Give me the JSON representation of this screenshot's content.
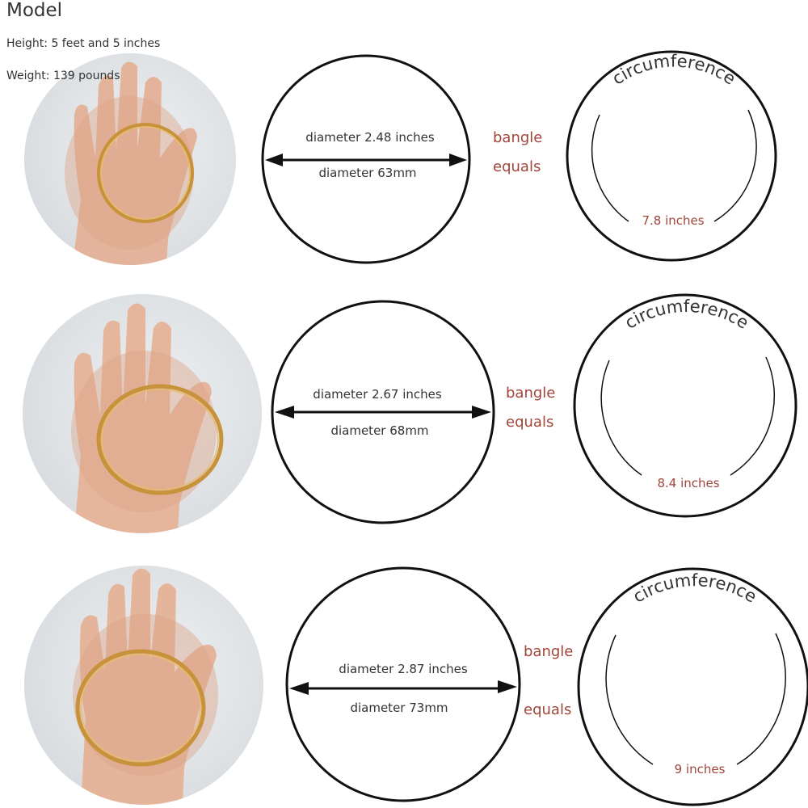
{
  "model": {
    "title": "Model",
    "height_label": "Height: 5 feet and 5 inches",
    "weight_label": "Weight: 139 pounds"
  },
  "colors": {
    "accent": "#a0463b",
    "line": "#111111",
    "text": "#333333",
    "bangle_gold": "#c8923a",
    "skin": "#e5b8a0"
  },
  "rows": [
    {
      "diameter_inches": "diameter 2.48 inches",
      "diameter_mm": "diameter 63mm",
      "bangle_label": "bangle",
      "equals_label": "equals",
      "circumference_label": "circumference",
      "circumference_value": "7.8 inches"
    },
    {
      "diameter_inches": "diameter 2.67 inches",
      "diameter_mm": "diameter 68mm",
      "bangle_label": "bangle",
      "equals_label": "equals",
      "circumference_label": "circumference",
      "circumference_value": "8.4 inches"
    },
    {
      "diameter_inches": "diameter 2.87 inches",
      "diameter_mm": "diameter 73mm",
      "bangle_label": "bangle",
      "equals_label": "equals",
      "circumference_label": "circumference",
      "circumference_value": "9 inches"
    }
  ]
}
